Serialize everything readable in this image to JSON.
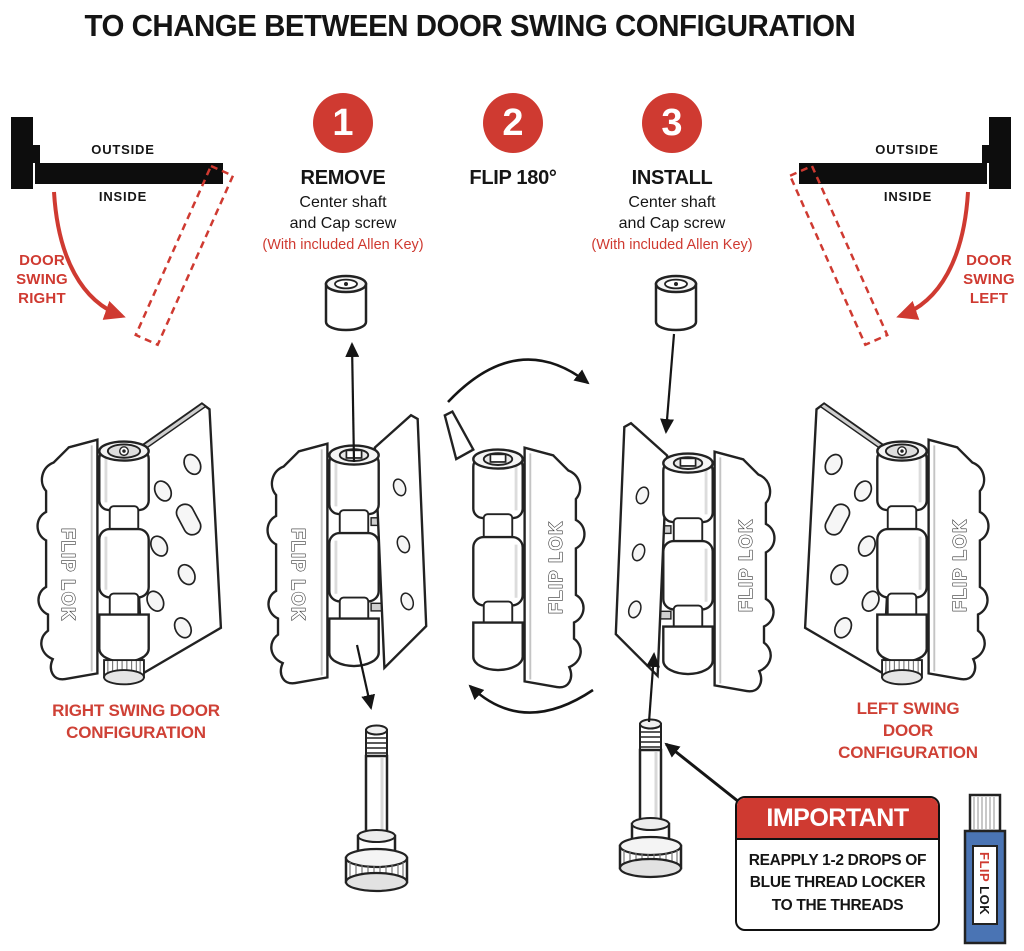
{
  "title": "TO CHANGE BETWEEN DOOR SWING CONFIGURATION",
  "colors": {
    "accent_red": "#cf3a31",
    "bottle_blue": "#4a74b4"
  },
  "door_diagrams": {
    "right_swing": {
      "outside": "OUTSIDE",
      "inside": "INSIDE",
      "swing_label": "DOOR\nSWING\nRIGHT"
    },
    "left_swing": {
      "outside": "OUTSIDE",
      "inside": "INSIDE",
      "swing_label": "DOOR\nSWING\nLEFT"
    }
  },
  "steps": [
    {
      "number": "1",
      "title": "REMOVE",
      "subtitle": "Center shaft\nand Cap screw",
      "note": "(With included Allen Key)"
    },
    {
      "number": "2",
      "title": "FLIP 180°",
      "subtitle": "",
      "note": ""
    },
    {
      "number": "3",
      "title": "INSTALL",
      "subtitle": "Center shaft\nand Cap screw",
      "note": "(With included Allen Key)"
    }
  ],
  "configuration_labels": {
    "right": "RIGHT SWING DOOR\nCONFIGURATION",
    "left": "LEFT SWING DOOR\nCONFIGURATION"
  },
  "important_note": {
    "title": "IMPORTANT",
    "body": "REAPPLY 1-2 DROPS OF\nBLUE THREAD LOCKER\nTO THE THREADS"
  },
  "hinge_brand": "FLIP LOK",
  "bottle_label": {
    "word1": "FLIP",
    "word2": "LOK"
  }
}
